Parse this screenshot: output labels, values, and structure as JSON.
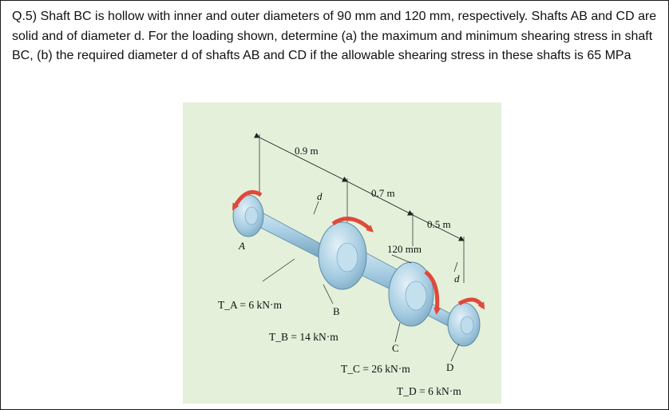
{
  "question": {
    "text": "Q.5) Shaft BC is hollow with inner and outer diameters of 90 mm and 120 mm, respectively. Shafts AB and CD are solid and of diameter d. For the loading shown, determine (a) the maximum and minimum shearing stress in shaft BC, (b) the required diameter d of shafts AB and CD if the allowable shearing stress in these shafts is 65 MPa"
  },
  "figure": {
    "background": "#e4f0da",
    "shaft_color": "#9fc6dc",
    "arrow_color": "#e0483b",
    "dimensions": {
      "ab_length": "0.9 m",
      "bc_length": "0.7 m",
      "cd_length": "0.5 m",
      "bc_outer_diameter": "120 mm",
      "diameter_ab": "d",
      "diameter_cd": "d"
    },
    "points": {
      "a": "A",
      "b": "B",
      "c": "C",
      "d": "D"
    },
    "torques": {
      "ta": "T_A = 6 kN·m",
      "tb": "T_B = 14 kN·m",
      "tc": "T_C = 26 kN·m",
      "td": "T_D = 6 kN·m"
    }
  }
}
